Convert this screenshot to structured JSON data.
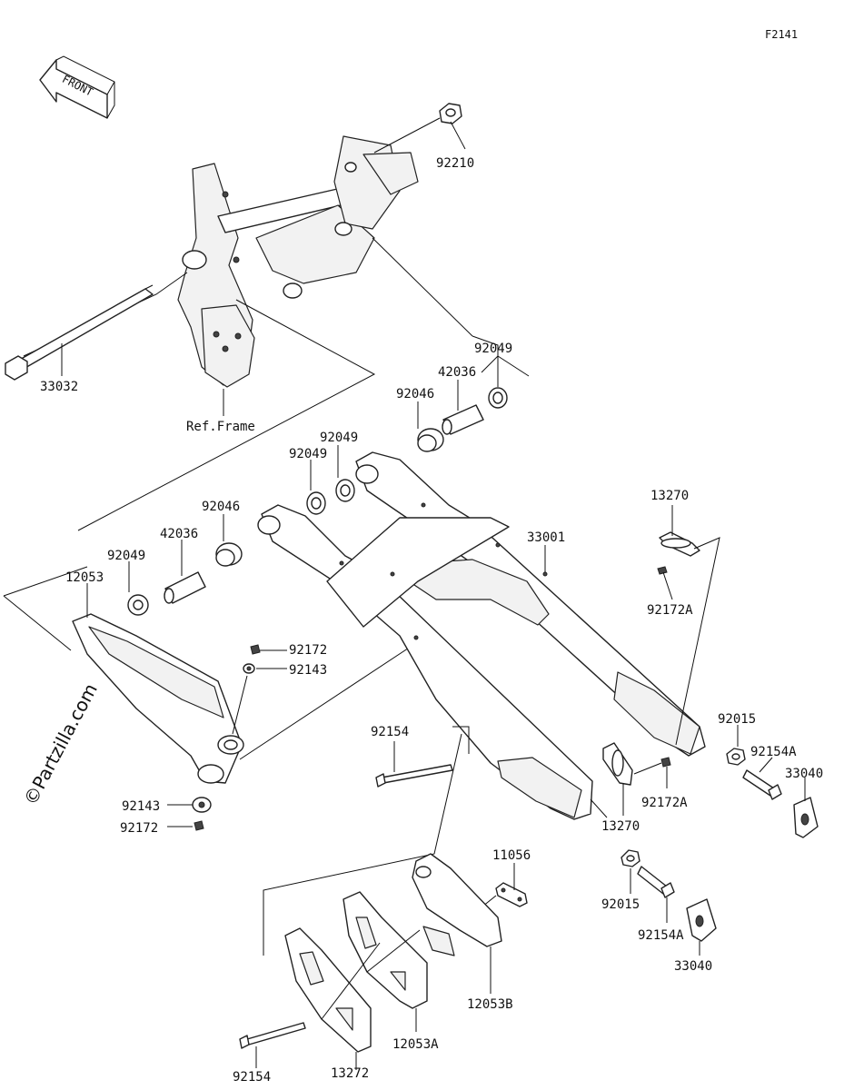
{
  "diagram_code": "F2141",
  "front_label": "FRONT",
  "ref_label": "Ref.Frame",
  "watermark": "©Partzilla.com",
  "callouts": [
    {
      "id": "92210",
      "text": "92210"
    },
    {
      "id": "92049_a",
      "text": "92049"
    },
    {
      "id": "42036_a",
      "text": "42036"
    },
    {
      "id": "92046_a",
      "text": "92046"
    },
    {
      "id": "92049_b",
      "text": "92049"
    },
    {
      "id": "92049_c",
      "text": "92049"
    },
    {
      "id": "92046_b",
      "text": "92046"
    },
    {
      "id": "42036_b",
      "text": "42036"
    },
    {
      "id": "92049_d",
      "text": "92049"
    },
    {
      "id": "12053",
      "text": "12053"
    },
    {
      "id": "33032",
      "text": "33032"
    },
    {
      "id": "33001",
      "text": "33001"
    },
    {
      "id": "13270_a",
      "text": "13270"
    },
    {
      "id": "92172A_a",
      "text": "92172A"
    },
    {
      "id": "92172",
      "text": "92172"
    },
    {
      "id": "92143",
      "text": "92143"
    },
    {
      "id": "92154_a",
      "text": "92154"
    },
    {
      "id": "92015_a",
      "text": "92015"
    },
    {
      "id": "92154A_a",
      "text": "92154A"
    },
    {
      "id": "33040_a",
      "text": "33040"
    },
    {
      "id": "92172A_b",
      "text": "92172A"
    },
    {
      "id": "13270_b",
      "text": "13270"
    },
    {
      "id": "92143_b",
      "text": "92143"
    },
    {
      "id": "92172_b",
      "text": "92172"
    },
    {
      "id": "11056",
      "text": "11056"
    },
    {
      "id": "92015_b",
      "text": "92015"
    },
    {
      "id": "92154A_b",
      "text": "92154A"
    },
    {
      "id": "33040_b",
      "text": "33040"
    },
    {
      "id": "12053B",
      "text": "12053B"
    },
    {
      "id": "12053A",
      "text": "12053A"
    },
    {
      "id": "92154_b",
      "text": "92154"
    },
    {
      "id": "13272",
      "text": "13272"
    }
  ]
}
